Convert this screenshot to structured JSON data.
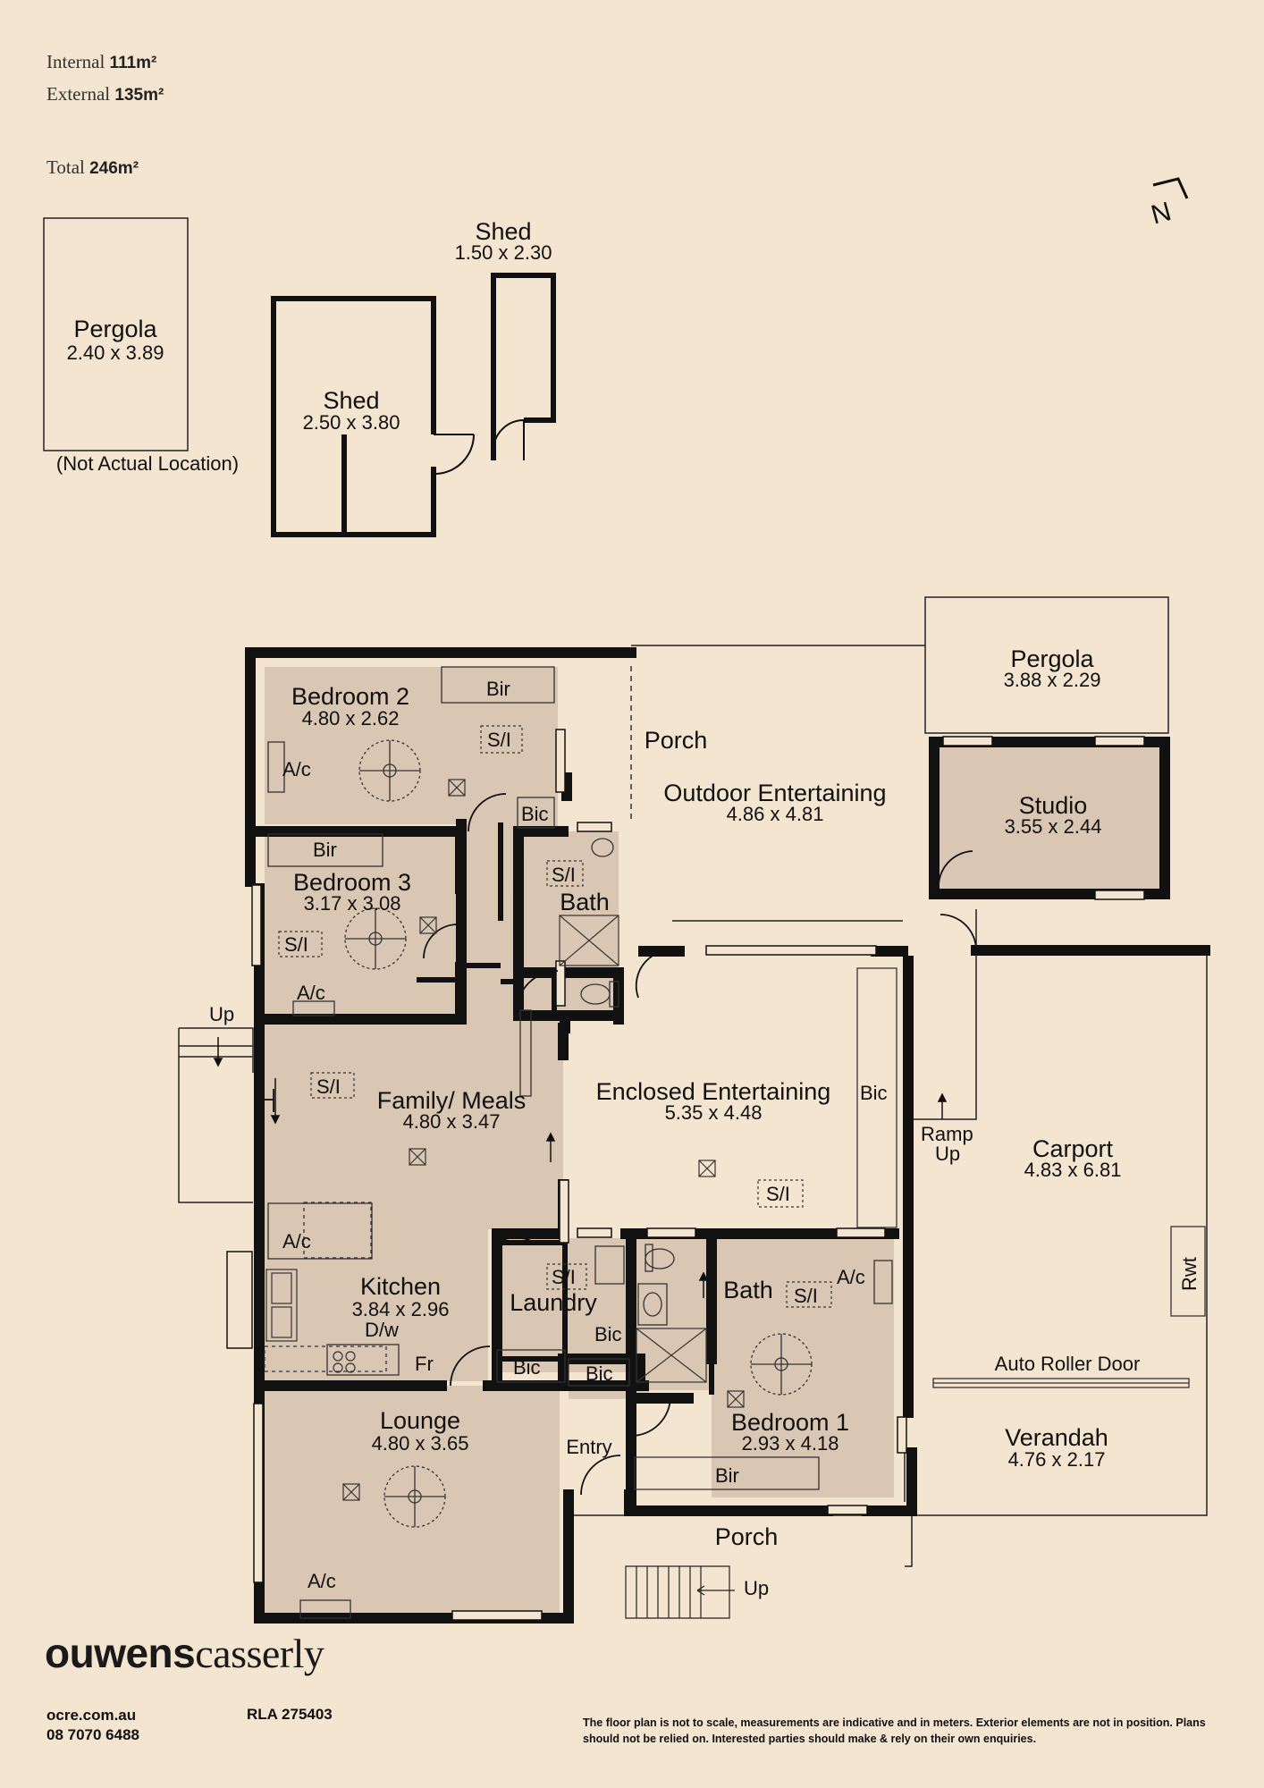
{
  "areas": {
    "internal_label": "Internal",
    "internal_value": "111m²",
    "external_label": "External",
    "external_value": "135m²",
    "total_label": "Total",
    "total_value": "246m²"
  },
  "north_label": "N",
  "rooms": {
    "pergola_small": {
      "name": "Pergola",
      "dims": "2.40 x 3.89",
      "note": "(Not Actual Location)"
    },
    "shed_large": {
      "name": "Shed",
      "dims": "2.50 x 3.80"
    },
    "shed_small": {
      "name": "Shed",
      "dims": "1.50 x 2.30"
    },
    "bedroom2": {
      "name": "Bedroom 2",
      "dims": "4.80 x 2.62"
    },
    "bedroom3": {
      "name": "Bedroom 3",
      "dims": "3.17 x 3.08"
    },
    "bath_upper": {
      "name": "Bath"
    },
    "porch_top": {
      "name": "Porch"
    },
    "outdoor_entertaining": {
      "name": "Outdoor Entertaining",
      "dims": "4.86 x 4.81"
    },
    "pergola_right": {
      "name": "Pergola",
      "dims": "3.88 x 2.29"
    },
    "studio": {
      "name": "Studio",
      "dims": "3.55 x 2.44"
    },
    "family_meals": {
      "name": "Family/ Meals",
      "dims": "4.80 x 3.47"
    },
    "enclosed_entertaining": {
      "name": "Enclosed Entertaining",
      "dims": "5.35 x 4.48"
    },
    "carport": {
      "name": "Carport",
      "dims": "4.83 x 6.81"
    },
    "kitchen": {
      "name": "Kitchen",
      "dims": "3.84 x 2.96"
    },
    "laundry": {
      "name": "Laundry"
    },
    "bath_lower": {
      "name": "Bath"
    },
    "bedroom1": {
      "name": "Bedroom 1",
      "dims": "2.93 x 4.18"
    },
    "lounge": {
      "name": "Lounge",
      "dims": "4.80 x 3.65"
    },
    "entry": {
      "name": "Entry"
    },
    "verandah": {
      "name": "Verandah",
      "dims": "4.76 x 2.17"
    },
    "porch_bottom": {
      "name": "Porch"
    }
  },
  "labels": {
    "bir": "Bir",
    "bic": "Bic",
    "si": "S/I",
    "ac": "A/c",
    "up": "Up",
    "ramp": "Ramp",
    "ramp_up": "Up",
    "dw": "D/w",
    "fr": "Fr",
    "rwt": "Rwt",
    "auto_roller_door": "Auto Roller Door"
  },
  "brand": {
    "part1": "ouwens",
    "part2": "casserly"
  },
  "contact": {
    "website": "ocre.com.au",
    "phone": "08 7070 6488",
    "rla": "RLA 275403"
  },
  "disclaimer": "The floor plan is not to scale, measurements are indicative and in meters. Exterior elements are not in position. Plans should not be relied on. Interested parties should make & rely on their own enquiries."
}
